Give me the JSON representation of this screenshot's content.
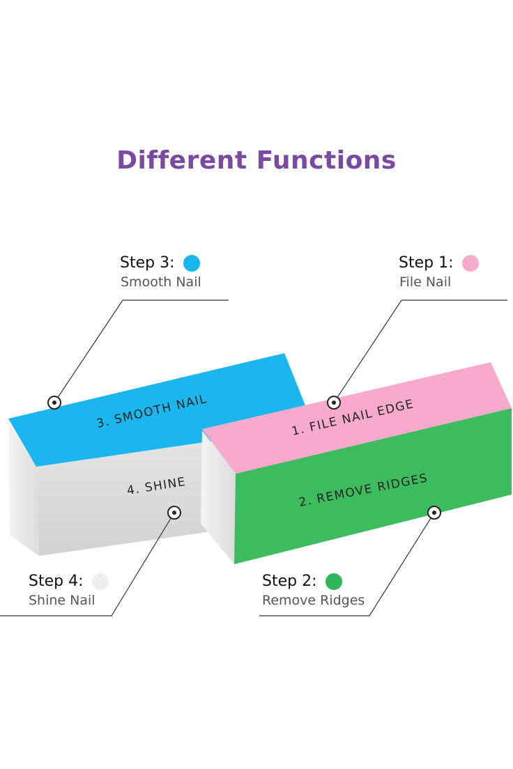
{
  "title": "Different Functions",
  "colors": {
    "title": "#7a4aa3",
    "step1": "#f7aacb",
    "step2": "#2fb55a",
    "step3": "#19b7ee",
    "step4": "#eeeeee"
  },
  "steps": {
    "step1": {
      "label": "Step 1:",
      "desc": "File Nail"
    },
    "step2": {
      "label": "Step 2:",
      "desc": "Remove Ridges"
    },
    "step3": {
      "label": "Step 3:",
      "desc": "Smooth Nail"
    },
    "step4": {
      "label": "Step 4:",
      "desc": "Shine Nail"
    }
  },
  "block_labels": {
    "left_top": "3. SMOOTH NAIL",
    "left_side": "4. SHINE",
    "right_top": "1. FILE NAIL EDGE",
    "right_side": "2. REMOVE RIDGES"
  }
}
